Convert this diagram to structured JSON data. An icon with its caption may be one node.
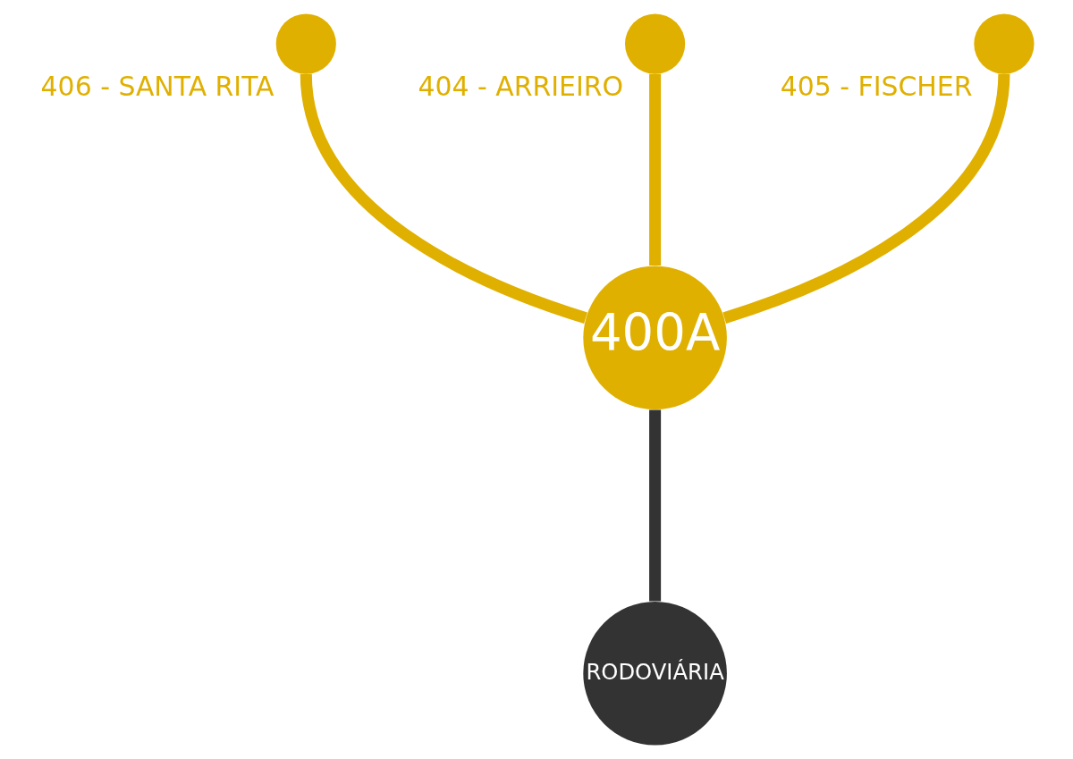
{
  "diagram": {
    "nodes": [
      {
        "text": [
          "406 - SANTA RITA"
        ]
      },
      {
        "text": [
          "404 - ARRIEIRO"
        ]
      },
      {
        "text": [
          "405 - FISCHER"
        ]
      },
      {
        "text": [
          "400A"
        ]
      },
      {
        "text": [
          "RODOVIÁRIA"
        ]
      }
    ],
    "edges": [
      {
        "from": 3,
        "to": 0,
        "arrow": "none"
      },
      {
        "from": 3,
        "to": 1,
        "arrow": "none"
      },
      {
        "from": 3,
        "to": 2,
        "arrow": "none"
      },
      {
        "from": 4,
        "to": 3,
        "arrow": "none",
        "color": "#333333"
      }
    ]
  }
}
